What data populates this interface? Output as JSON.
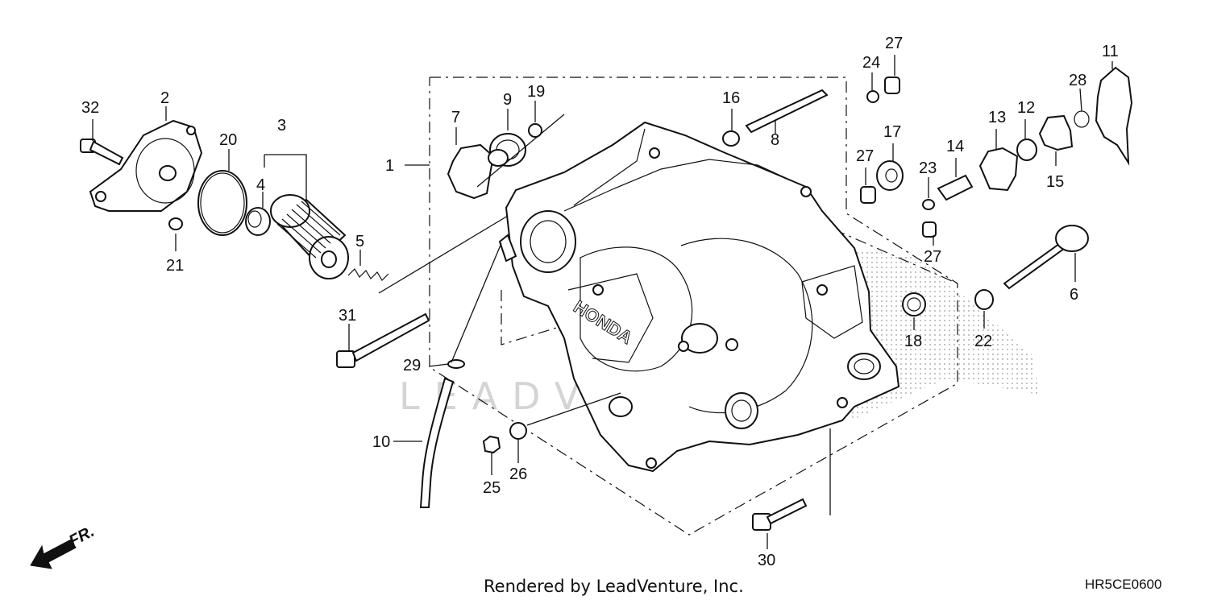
{
  "diagram": {
    "credit": "Rendered by LeadVenture, Inc.",
    "code": "HR5CE0600",
    "watermark": "LEADVENTURE",
    "casting_mark": "HONDA",
    "direction_label": "FR."
  },
  "callouts": [
    {
      "id": "1",
      "label": "1"
    },
    {
      "id": "2",
      "label": "2"
    },
    {
      "id": "3",
      "label": "3"
    },
    {
      "id": "4",
      "label": "4"
    },
    {
      "id": "5",
      "label": "5"
    },
    {
      "id": "6",
      "label": "6"
    },
    {
      "id": "7",
      "label": "7"
    },
    {
      "id": "8",
      "label": "8"
    },
    {
      "id": "9",
      "label": "9"
    },
    {
      "id": "10",
      "label": "10"
    },
    {
      "id": "11",
      "label": "11"
    },
    {
      "id": "12",
      "label": "12"
    },
    {
      "id": "13",
      "label": "13"
    },
    {
      "id": "14",
      "label": "14"
    },
    {
      "id": "15",
      "label": "15"
    },
    {
      "id": "16",
      "label": "16"
    },
    {
      "id": "17",
      "label": "17"
    },
    {
      "id": "18",
      "label": "18"
    },
    {
      "id": "19",
      "label": "19"
    },
    {
      "id": "20",
      "label": "20"
    },
    {
      "id": "21",
      "label": "21"
    },
    {
      "id": "22",
      "label": "22"
    },
    {
      "id": "23",
      "label": "23"
    },
    {
      "id": "24",
      "label": "24"
    },
    {
      "id": "25",
      "label": "25"
    },
    {
      "id": "26",
      "label": "26"
    },
    {
      "id": "27a",
      "label": "27"
    },
    {
      "id": "27b",
      "label": "27"
    },
    {
      "id": "27c",
      "label": "27"
    },
    {
      "id": "28",
      "label": "28"
    },
    {
      "id": "29",
      "label": "29"
    },
    {
      "id": "30",
      "label": "30"
    },
    {
      "id": "31",
      "label": "31"
    },
    {
      "id": "32",
      "label": "32"
    }
  ]
}
